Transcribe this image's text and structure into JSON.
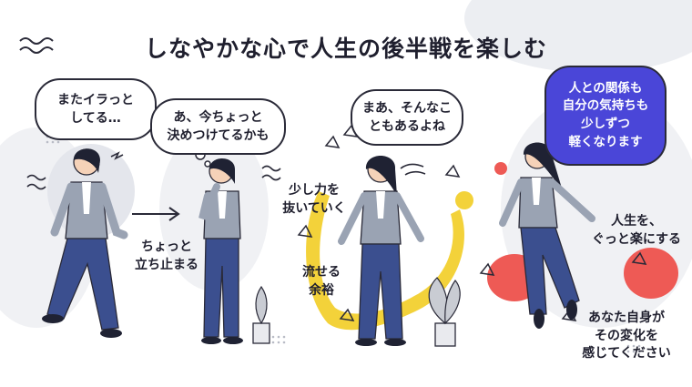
{
  "title": "しなやかな心で人生の後半戦を楽しむ",
  "scenes": [
    {
      "bubble": "またイラっと\nしてる…",
      "caption": "ちょっと\n立ち止まる"
    },
    {
      "bubble": "あ、今ちょっと\n決めつけてるかも"
    },
    {
      "bubble": "まあ、そんなこ\nともあるよね",
      "caption_a": "少し力を\n抜いていく",
      "caption_b": "流せる\n余裕"
    },
    {
      "bubble": "人との関係も\n自分の気持ちも\n少しずつ\n軽くなります",
      "caption_a": "人生を、\nぐっと楽にする",
      "caption_b": "あなた自身が\nその変化を\n感じてください"
    }
  ],
  "colors": {
    "navy": "#3b4f8f",
    "gray_jacket": "#9aa3b3",
    "yellow": "#f3d23a",
    "coral": "#ee5a55",
    "purple": "#4a46d8",
    "blob": "#eceef2"
  }
}
